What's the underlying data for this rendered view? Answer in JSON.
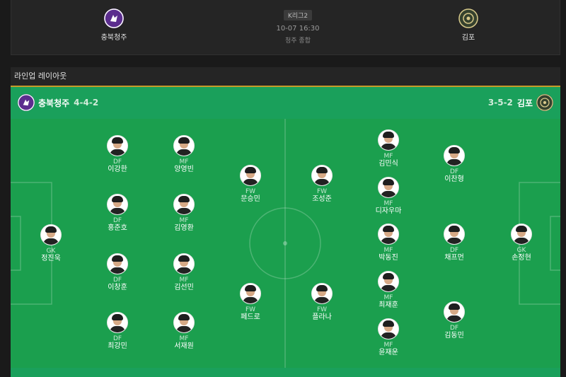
{
  "match": {
    "home_team": "충북청주",
    "away_team": "김포",
    "league": "K리그2",
    "datetime": "10-07 16:30",
    "venue": "청주 종합"
  },
  "section_title": "라인업 레이아웃",
  "lineup": {
    "home": {
      "name": "충북청주",
      "formation": "4-4-2"
    },
    "away": {
      "name": "김포",
      "formation": "3-5-2"
    }
  },
  "colors": {
    "home_logo": "#5b2d8e",
    "away_logo": "#35412e",
    "pitch": "#1b9f4e",
    "accent": "#c89b2a"
  },
  "home_players": [
    {
      "pos": "GK",
      "name": "정진욱"
    },
    {
      "pos": "DF",
      "name": "이강한"
    },
    {
      "pos": "DF",
      "name": "홍준호"
    },
    {
      "pos": "DF",
      "name": "이창훈"
    },
    {
      "pos": "DF",
      "name": "최강민"
    },
    {
      "pos": "MF",
      "name": "양영빈"
    },
    {
      "pos": "MF",
      "name": "김영환"
    },
    {
      "pos": "MF",
      "name": "김선민"
    },
    {
      "pos": "MF",
      "name": "서재원"
    },
    {
      "pos": "FW",
      "name": "문승민"
    },
    {
      "pos": "FW",
      "name": "페드로"
    }
  ],
  "away_players": [
    {
      "pos": "FW",
      "name": "조성준"
    },
    {
      "pos": "FW",
      "name": "플라나"
    },
    {
      "pos": "MF",
      "name": "김민식"
    },
    {
      "pos": "MF",
      "name": "디자우마"
    },
    {
      "pos": "MF",
      "name": "박동진"
    },
    {
      "pos": "MF",
      "name": "최재훈"
    },
    {
      "pos": "MF",
      "name": "윤재운"
    },
    {
      "pos": "DF",
      "name": "이찬형"
    },
    {
      "pos": "DF",
      "name": "채프먼"
    },
    {
      "pos": "DF",
      "name": "김동민"
    },
    {
      "pos": "GK",
      "name": "손정현"
    }
  ]
}
